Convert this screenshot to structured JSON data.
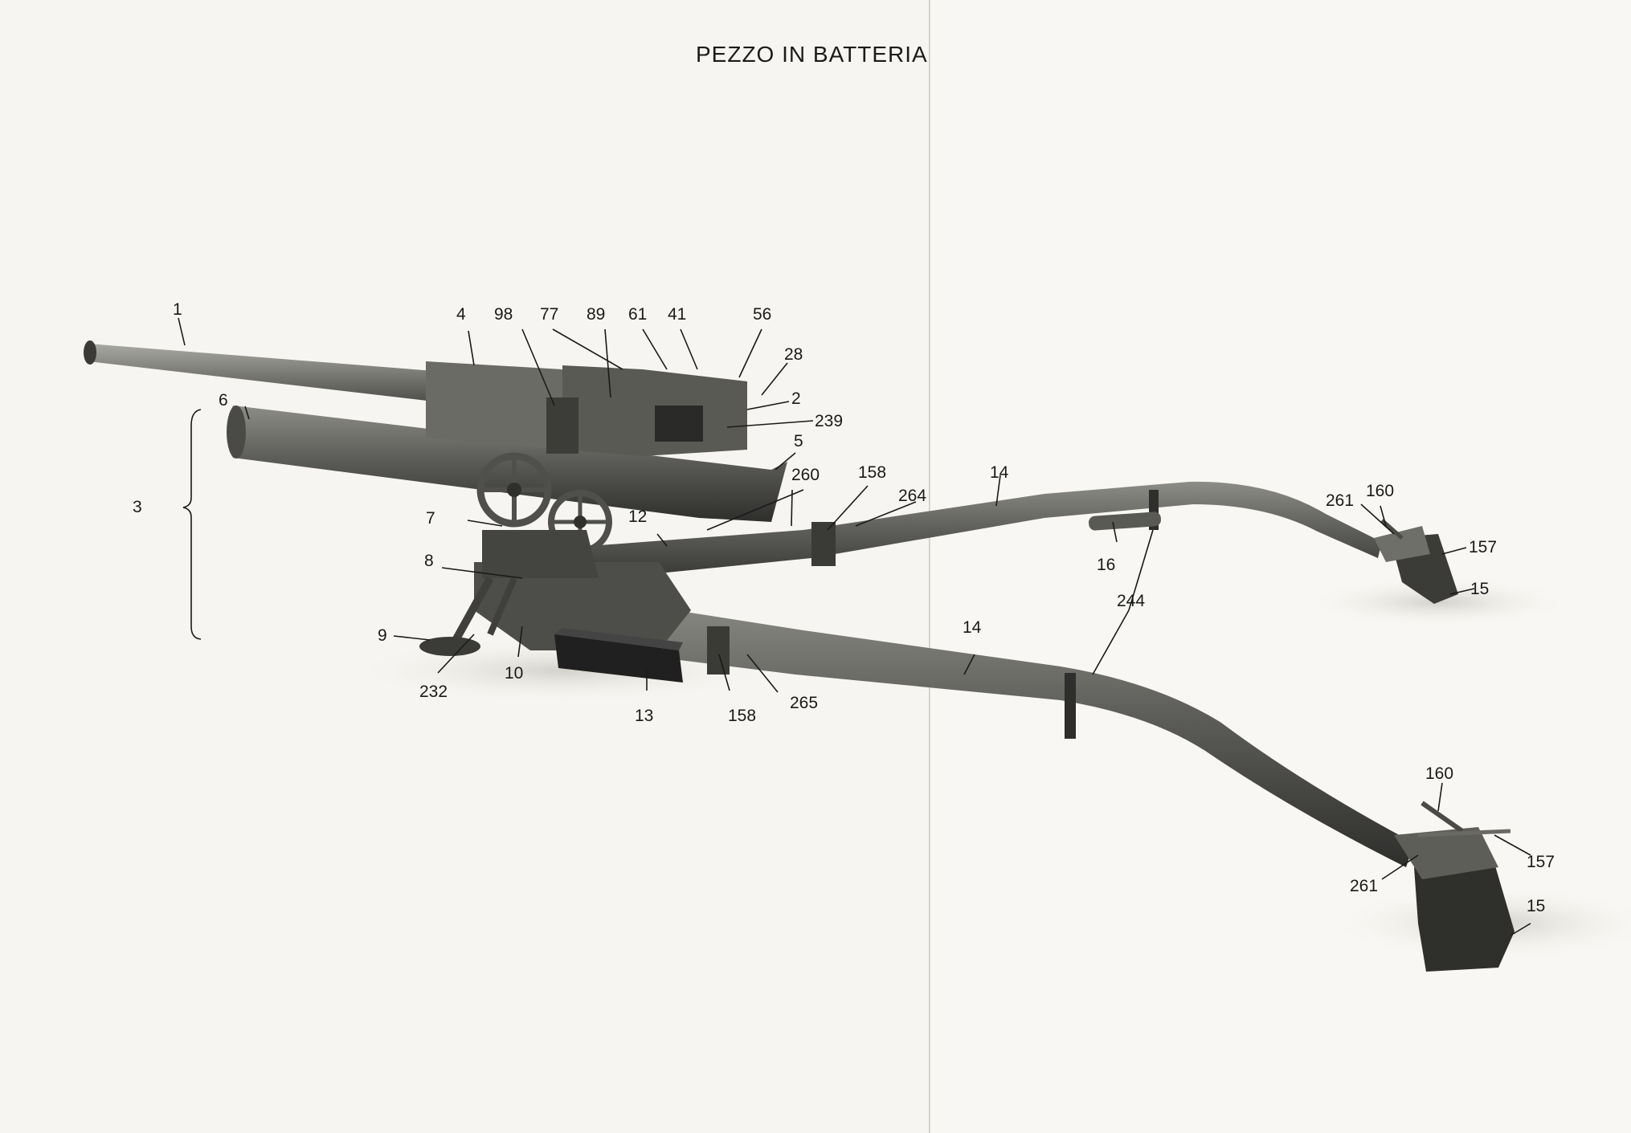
{
  "title": "PEZZO IN BATTERIA",
  "labels": {
    "n1": "1",
    "n2": "2",
    "n3": "3",
    "n4": "4",
    "n5": "5",
    "n6": "6",
    "n7": "7",
    "n8": "8",
    "n9": "9",
    "n10": "10",
    "n12": "12",
    "n13": "13",
    "n14a": "14",
    "n14b": "14",
    "n15a": "15",
    "n15b": "15",
    "n16": "16",
    "n28": "28",
    "n41": "41",
    "n56": "56",
    "n61": "61",
    "n77": "77",
    "n89": "89",
    "n98": "98",
    "n157a": "157",
    "n157b": "157",
    "n158a": "158",
    "n158b": "158",
    "n160a": "160",
    "n160b": "160",
    "n232": "232",
    "n239": "239",
    "n244": "244",
    "n260": "260",
    "n261a": "261",
    "n261b": "261",
    "n264": "264",
    "n265": "265"
  }
}
